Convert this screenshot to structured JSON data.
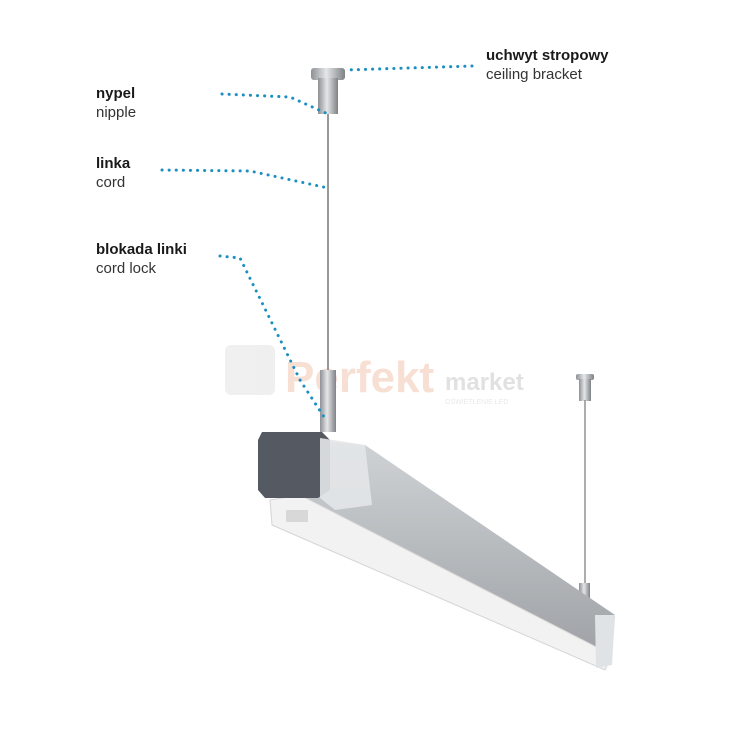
{
  "labels": {
    "ceiling_bracket": {
      "pl": "uchwyt stropowy",
      "en": "ceiling bracket"
    },
    "nipple": {
      "pl": "nypel",
      "en": "nipple"
    },
    "cord": {
      "pl": "linka",
      "en": "cord"
    },
    "cord_lock": {
      "pl": "blokada linki",
      "en": "cord lock"
    }
  },
  "watermark": {
    "brand": "Perfekt",
    "brand2": "market",
    "tagline": "OŚWIETLENIE LED"
  },
  "colors": {
    "leader_dots": "#1b8ec2",
    "watermark": "#f6d5c8",
    "profile": "#b9bcc0",
    "end_cap": "#555a62"
  }
}
